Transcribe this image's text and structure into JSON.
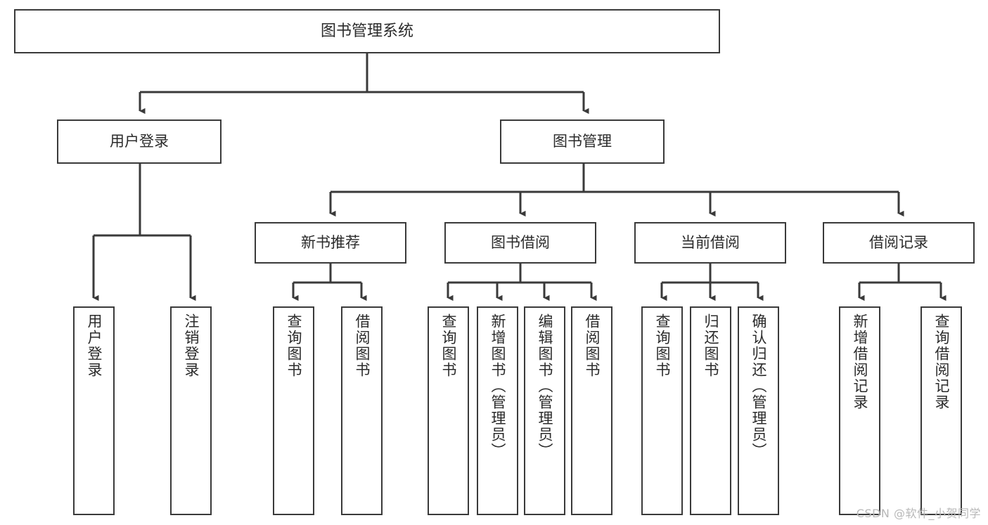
{
  "diagram": {
    "title": "图书管理系统",
    "type": "tree-hierarchy-chart",
    "watermark": "CSDN @软件_小贺同学",
    "colors": {
      "box_border": "#3a3a3a",
      "box_fill": "#ffffff",
      "edge": "#3a3a3a",
      "text": "#2b2b2b",
      "watermark": "#b8b8b8",
      "background": "#ffffff"
    },
    "root": {
      "id": "root",
      "label": "图书管理系统"
    },
    "level2": [
      {
        "id": "login",
        "label": "用户登录"
      },
      {
        "id": "bookmgmt",
        "label": "图书管理"
      }
    ],
    "level3": [
      {
        "id": "newbook",
        "label": "新书推荐",
        "parent": "bookmgmt"
      },
      {
        "id": "borrow",
        "label": "图书借阅",
        "parent": "bookmgmt"
      },
      {
        "id": "current",
        "label": "当前借阅",
        "parent": "bookmgmt"
      },
      {
        "id": "record",
        "label": "借阅记录",
        "parent": "bookmgmt"
      }
    ],
    "leaves": {
      "login": [
        {
          "id": "leaf-user-login",
          "label": "用户登录"
        },
        {
          "id": "leaf-user-logout",
          "label": "注销登录"
        }
      ],
      "newbook": [
        {
          "id": "leaf-nb-query",
          "label": "查询图书"
        },
        {
          "id": "leaf-nb-borrow",
          "label": "借阅图书"
        }
      ],
      "borrow": [
        {
          "id": "leaf-br-query",
          "label": "查询图书"
        },
        {
          "id": "leaf-br-add",
          "label": "新增图书（管理员）"
        },
        {
          "id": "leaf-br-edit",
          "label": "编辑图书（管理员）"
        },
        {
          "id": "leaf-br-borrow",
          "label": "借阅图书"
        }
      ],
      "current": [
        {
          "id": "leaf-cur-query",
          "label": "查询图书"
        },
        {
          "id": "leaf-cur-return",
          "label": "归还图书"
        },
        {
          "id": "leaf-cur-confirm",
          "label": "确认归还（管理员）"
        }
      ],
      "record": [
        {
          "id": "leaf-rec-add",
          "label": "新增借阅记录"
        },
        {
          "id": "leaf-rec-query",
          "label": "查询借阅记录"
        }
      ]
    }
  }
}
